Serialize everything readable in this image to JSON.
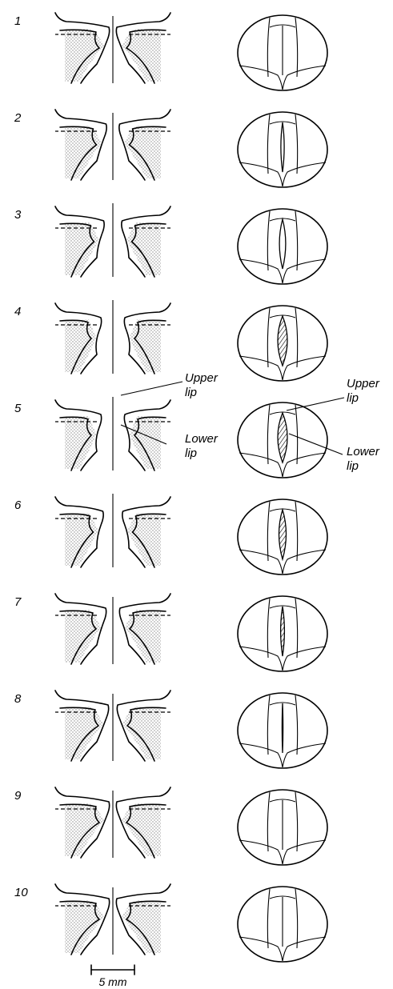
{
  "frames": [
    {
      "number": "1",
      "gap": 0,
      "membrane": 0
    },
    {
      "number": "2",
      "gap": 0.35,
      "membrane": 0
    },
    {
      "number": "3",
      "gap": 0.65,
      "membrane": 0
    },
    {
      "number": "4",
      "gap": 1.0,
      "membrane": 1
    },
    {
      "number": "5",
      "gap": 1.0,
      "membrane": 1
    },
    {
      "number": "6",
      "gap": 0.75,
      "membrane": 1
    },
    {
      "number": "7",
      "gap": 0.4,
      "membrane": 1
    },
    {
      "number": "8",
      "gap": 0.1,
      "membrane": 0
    },
    {
      "number": "9",
      "gap": 0,
      "membrane": 0
    },
    {
      "number": "10",
      "gap": 0,
      "membrane": 0
    }
  ],
  "annotations": {
    "upper_lip": [
      "Upper",
      "lip"
    ],
    "lower_lip": [
      "Lower",
      "lip"
    ]
  },
  "scale_bar": {
    "label": "5 mm"
  }
}
